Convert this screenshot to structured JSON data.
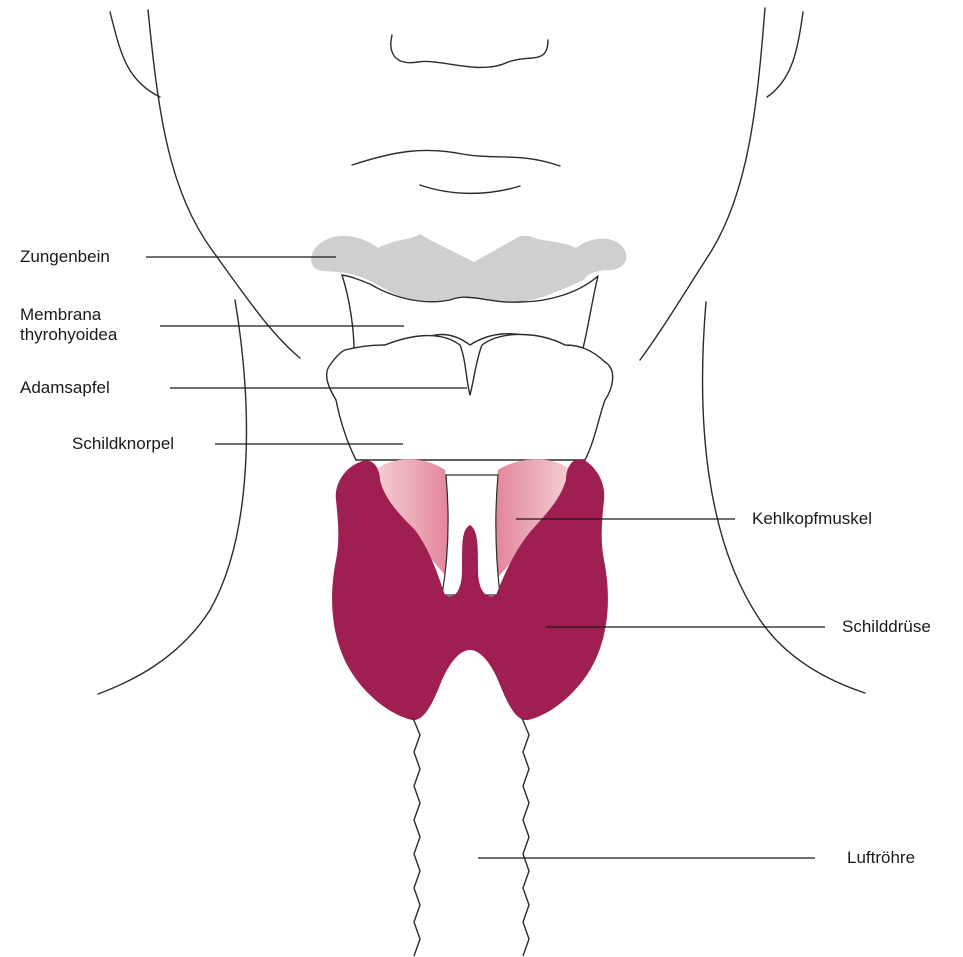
{
  "labels": {
    "zungenbein": "Zungenbein",
    "membrana_line1": "Membrana",
    "membrana_line2": "thyrohyoidea",
    "adamsapfel": "Adamsapfel",
    "schildknorpel": "Schildknorpel",
    "kehlkopfmuskel": "Kehlkopfmuskel",
    "schilddruese": "Schilddrüse",
    "luftroehre": "Luftröhre"
  },
  "colors": {
    "outline": "#2b2b2b",
    "hyoid": "#cfcfcf",
    "thyroid": "#a01f52",
    "muscle_light": "#f3c7cb",
    "muscle_dark": "#e07e93",
    "background": "#ffffff"
  }
}
